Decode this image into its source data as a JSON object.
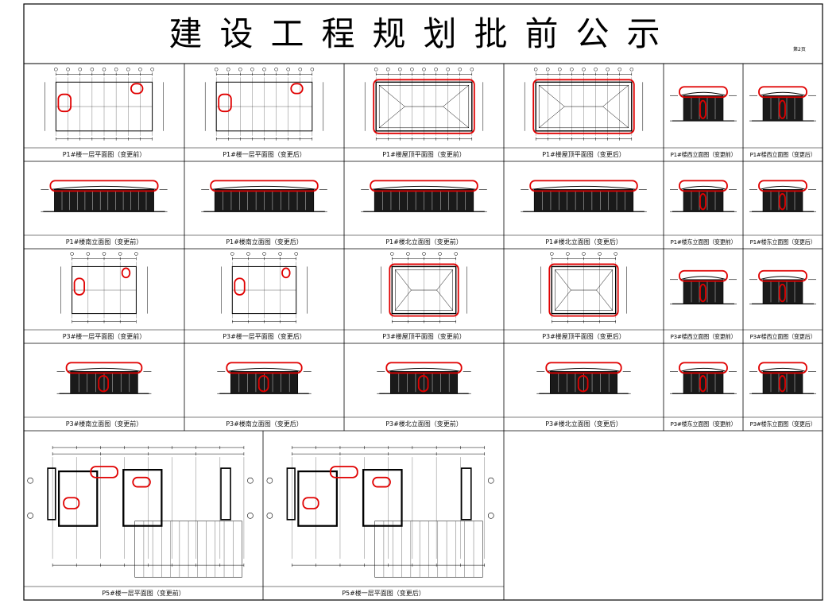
{
  "title": "建设工程规划批前公示",
  "page_number": "第2页",
  "grid": [
    [
      "P1#楼一层平面图（变更前）",
      "P1#楼一层平面图（变更后）",
      "P1#楼屋顶平面图（变更前）",
      "P1#楼屋顶平面图（变更后）",
      "P1#楼西立面图（变更前）",
      "P1#楼西立面图（变更后）"
    ],
    [
      "P1#楼南立面图（变更前）",
      "P1#楼南立面图（变更后）",
      "P1#楼北立面图（变更前）",
      "P1#楼北立面图（变更后）",
      "P1#楼东立面图（变更前）",
      "P1#楼东立面图（变更后）"
    ],
    [
      "P3#楼一层平面图（变更前）",
      "P3#楼一层平面图（变更后）",
      "P3#楼屋顶平面图（变更前）",
      "P3#楼屋顶平面图（变更后）",
      "P3#楼西立面图（变更前）",
      "P3#楼西立面图（变更后）"
    ],
    [
      "P3#楼南立面图（变更前）",
      "P3#楼南立面图（变更后）",
      "P3#楼北立面图（变更前）",
      "P3#楼北立面图（变更后）",
      "P3#楼东立面图（变更前）",
      "P3#楼东立面图（变更后）"
    ]
  ],
  "bottom": [
    "P5#楼一层平面图（变更前）",
    "P5#楼一层平面图（变更后）"
  ],
  "drawing_kinds": [
    [
      "plan-long",
      "plan-long",
      "roof-long",
      "roof-long",
      "elev-small",
      "elev-small"
    ],
    [
      "elev-long",
      "elev-long",
      "elev-long",
      "elev-long",
      "elev-small",
      "elev-small"
    ],
    [
      "plan-short",
      "plan-short",
      "roof-short",
      "roof-short",
      "elev-small",
      "elev-small"
    ],
    [
      "elev-mid",
      "elev-mid",
      "elev-mid",
      "elev-mid",
      "elev-small",
      "elev-small"
    ]
  ],
  "colors": {
    "line": "#000000",
    "markup": "#e00000"
  }
}
